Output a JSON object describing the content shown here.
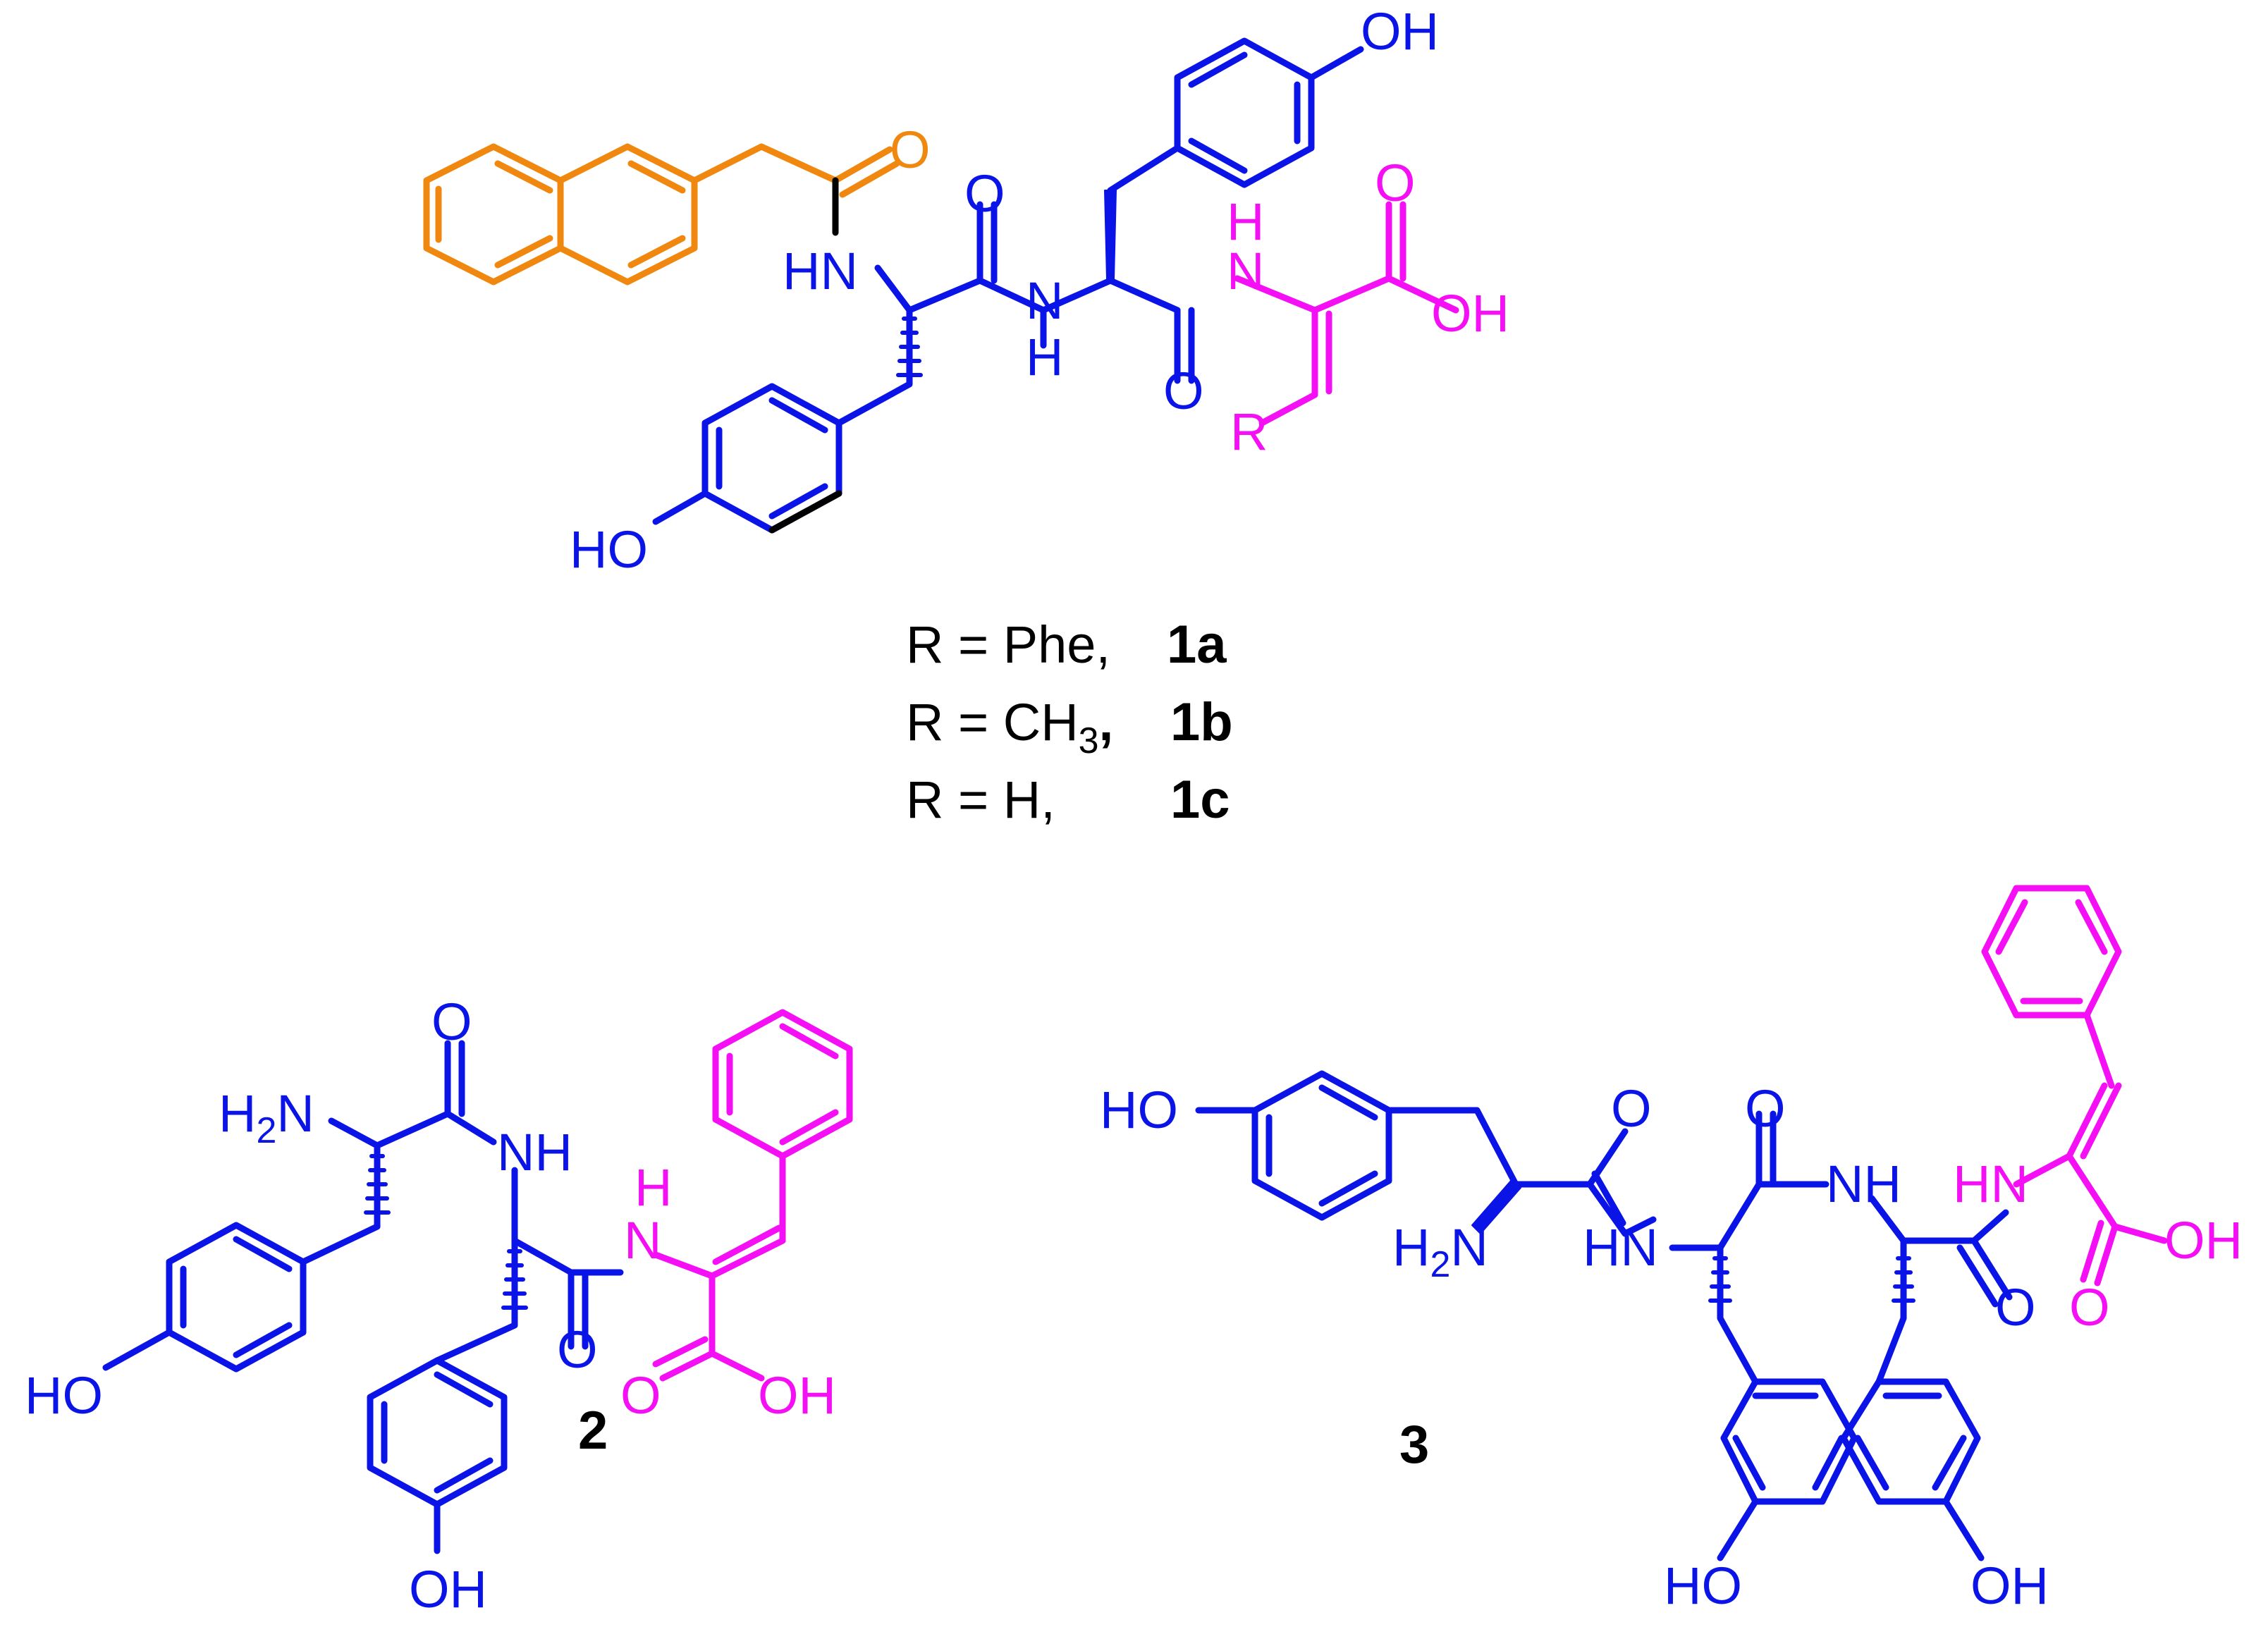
{
  "colors": {
    "backbone": "#0a14e6",
    "naphthyl": "#f0870f",
    "dehydro": "#f50ff5",
    "black": "#000000"
  },
  "atoms": {
    "o": "O",
    "oh": "OH",
    "ho": "HO",
    "nh": "NH",
    "hn": "HN",
    "n": "N",
    "h": "H",
    "r": "R",
    "h2": "H",
    "two": "2"
  },
  "legend": {
    "items": [
      {
        "text": "R = Phe,",
        "compound": "1a"
      },
      {
        "text": "R = CH",
        "sub": "3",
        "tail": ",",
        "compound": "1b"
      },
      {
        "text": "R = H,",
        "compound": "1c"
      }
    ]
  },
  "compounds": {
    "c2": "2",
    "c3": "3"
  }
}
